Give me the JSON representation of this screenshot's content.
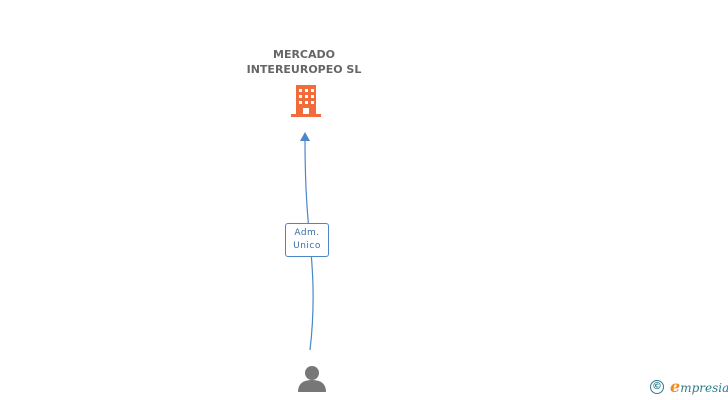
{
  "company": {
    "name_line1": "MERCADO",
    "name_line2": "INTEREUROPEO SL",
    "icon": "building-icon",
    "icon_color": "#f26b3a"
  },
  "relation": {
    "label_line1": "Adm.",
    "label_line2": "Unico",
    "line_color": "#4a86c8"
  },
  "person": {
    "icon": "person-icon",
    "icon_color": "#777777"
  },
  "footer": {
    "copyright_symbol": "©",
    "brand_initial": "e",
    "brand_rest": "mpresia",
    "brand_color": "#2a7d8c",
    "accent_color": "#f08a1c"
  }
}
